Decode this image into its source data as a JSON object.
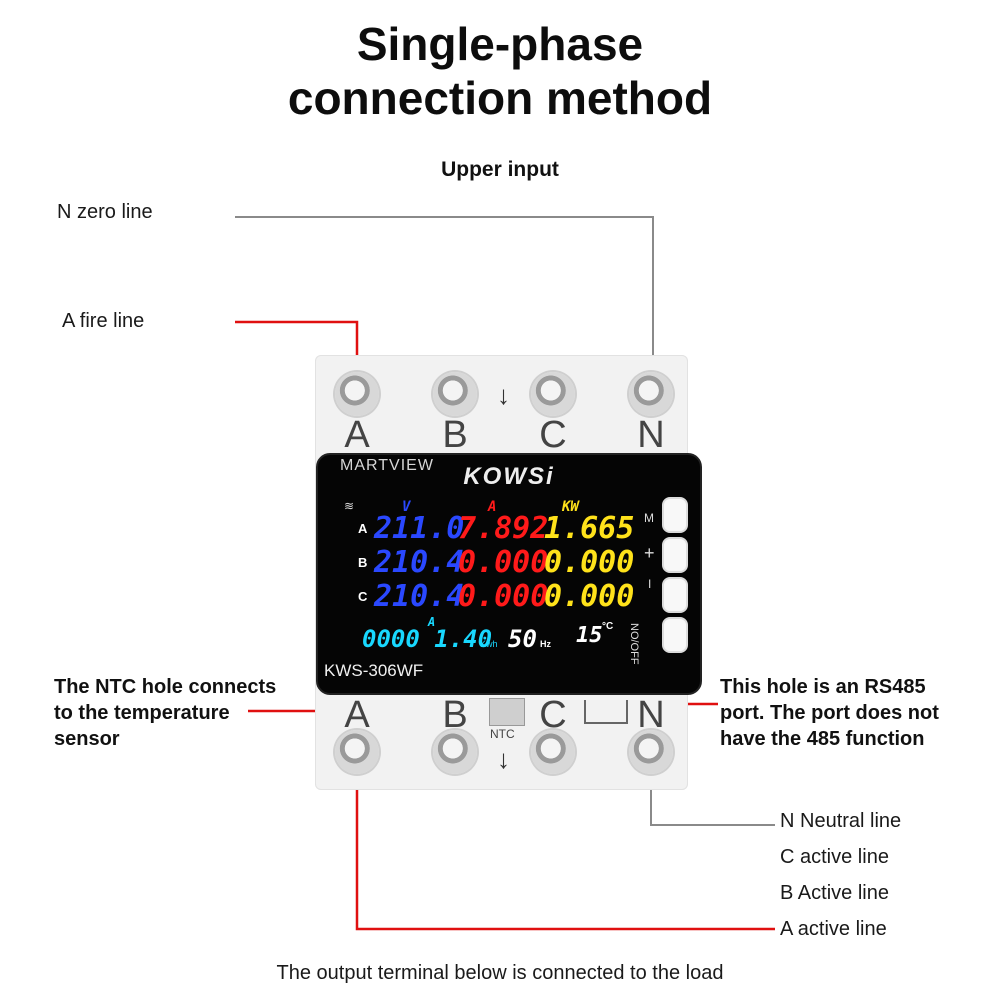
{
  "title": {
    "line1": "Single-phase",
    "line2": "connection method"
  },
  "upper_input": "Upper input",
  "labels": {
    "n_zero": "N zero line",
    "a_fire": "A fire line",
    "ntc_note": [
      "The NTC hole connects",
      "to the temperature",
      "sensor"
    ],
    "rs485_note": [
      "This hole is an RS485",
      "port. The port does not",
      "have the 485 function"
    ],
    "n_neutral": "N Neutral line",
    "c_active": "C active line",
    "b_active": "B Active line",
    "a_active": "A active line",
    "bottom_note": "The output terminal below is connected to the load"
  },
  "terminals_top": [
    "A",
    "B",
    "C",
    "N"
  ],
  "terminals_bottom": [
    "A",
    "B",
    "C",
    "N"
  ],
  "ntc_label": "NTC",
  "device": {
    "brand": "KOWSi",
    "model": "KWS-306WF",
    "col_headers": {
      "v": "V",
      "a": "A",
      "kw": "KW"
    },
    "rows": [
      {
        "phase": "A",
        "v": "211.0",
        "a": "7.892",
        "kw": "1.665"
      },
      {
        "phase": "B",
        "v": "210.4",
        "a": "0.000",
        "kw": "0.000"
      },
      {
        "phase": "C",
        "v": "210.4",
        "a": "0.000",
        "kw": "0.000"
      }
    ],
    "energy_unit_top": "A",
    "energy": "0000 1.40",
    "energy_unit": "Kwh",
    "freq": "50",
    "freq_unit": "Hz",
    "temp": "15",
    "temp_unit": "°C",
    "buttons": {
      "m": "M",
      "plus": "+",
      "minus": "I",
      "onoff": "NO/OFF"
    }
  },
  "watermark": "MARTVIEW",
  "colors": {
    "red_wire": "#e01010",
    "gray_wire": "#8a8a8a",
    "voltage": "#2a48ff",
    "current": "#ff1a1a",
    "power": "#ffe21a",
    "energy": "#18d8ff"
  }
}
